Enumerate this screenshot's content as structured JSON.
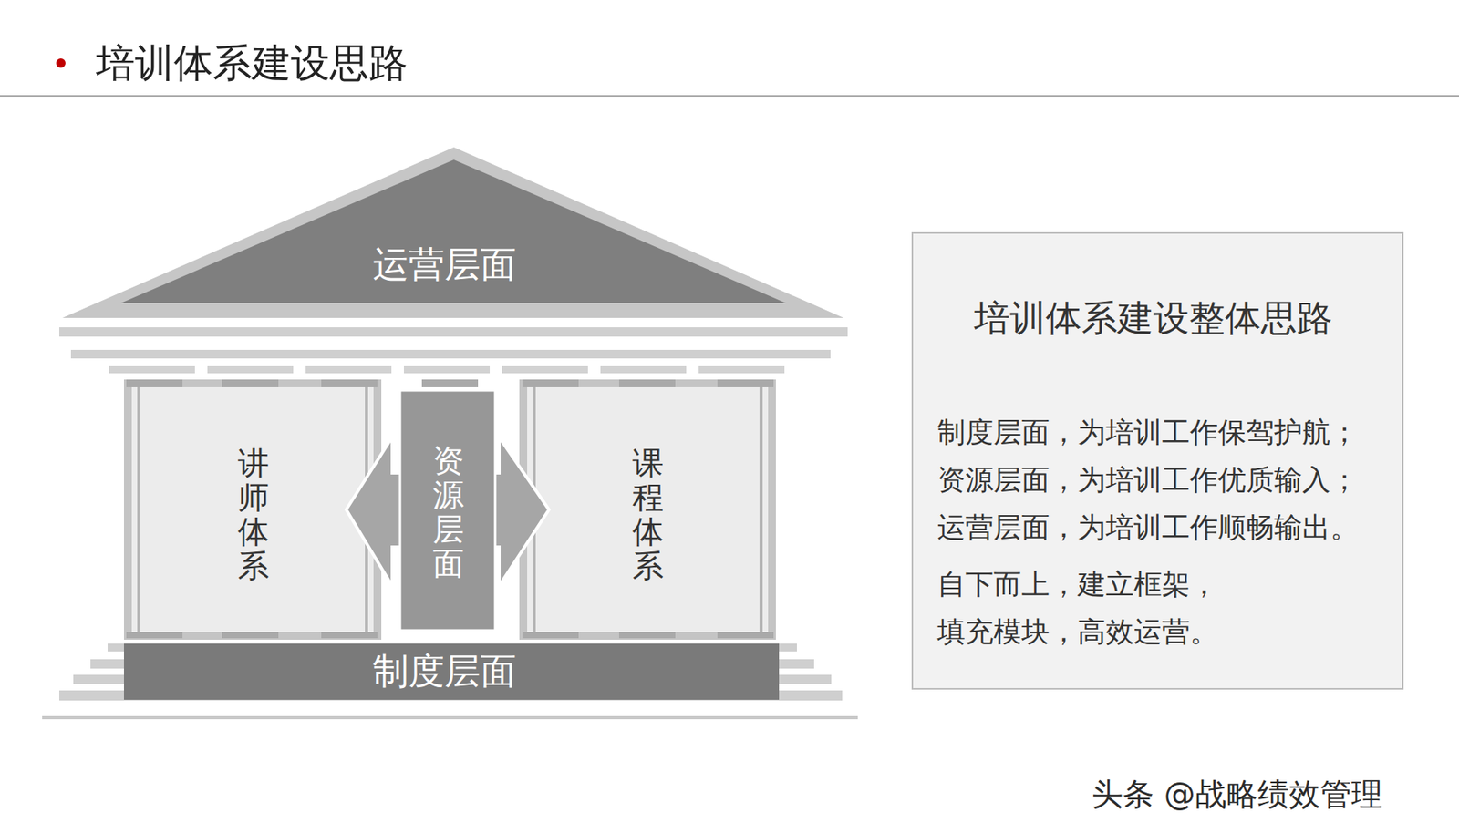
{
  "diagram": {
    "title": "培训体系建设思路",
    "nodes": [
      {
        "text": [
          "运营层面"
        ]
      },
      {
        "text": [
          "讲师体系"
        ]
      },
      {
        "text": [
          "资源层面"
        ]
      },
      {
        "text": [
          "课程体系"
        ]
      },
      {
        "text": [
          "制度层面"
        ]
      },
      {
        "text": [
          "培训体系建设整体思路",
          "制度层面，为培训工作保驾护航；",
          "资源层面，为培训工作优质输入；",
          "运营层面，为培训工作顺畅输出。",
          "自下而上，建立框架， 填充模块，高效运营。"
        ]
      }
    ],
    "labels": [
      "头条 @战略绩效管理"
    ]
  }
}
